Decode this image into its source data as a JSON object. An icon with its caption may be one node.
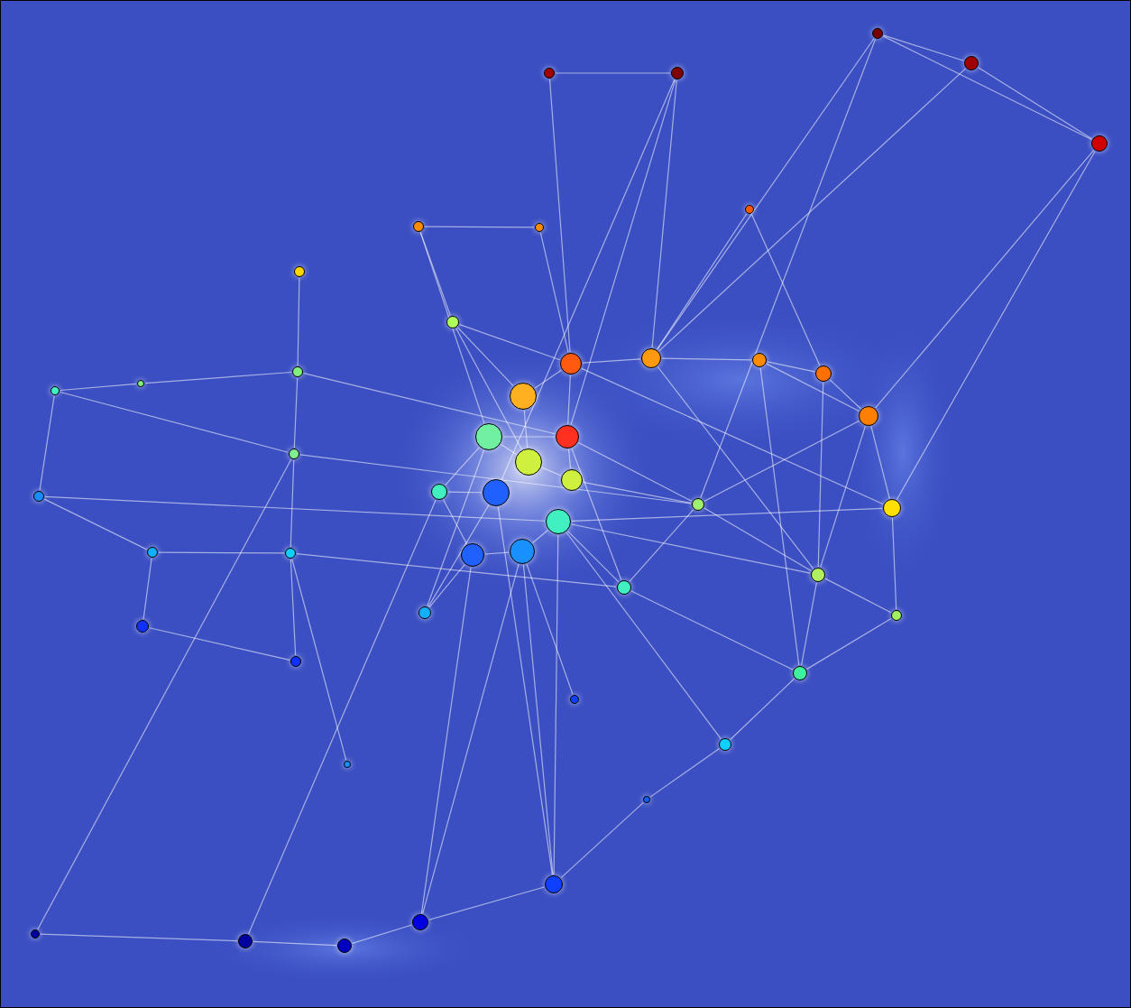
{
  "diagram": {
    "nodes": [
      {
        "text": [],
        "shape": "circle"
      },
      {
        "text": [],
        "shape": "circle"
      },
      {
        "text": [],
        "shape": "circle"
      },
      {
        "text": [],
        "shape": "circle"
      },
      {
        "text": [],
        "shape": "circle"
      },
      {
        "text": [],
        "shape": "circle"
      },
      {
        "text": [],
        "shape": "circle"
      },
      {
        "text": [],
        "shape": "circle"
      },
      {
        "text": [],
        "shape": "circle"
      },
      {
        "text": [],
        "shape": "circle"
      },
      {
        "text": [],
        "shape": "circle"
      },
      {
        "text": [],
        "shape": "circle"
      },
      {
        "text": [],
        "shape": "circle"
      },
      {
        "text": [],
        "shape": "circle"
      },
      {
        "text": [],
        "shape": "circle"
      },
      {
        "text": [],
        "shape": "circle"
      },
      {
        "text": [],
        "shape": "circle"
      },
      {
        "text": [],
        "shape": "circle"
      },
      {
        "text": [],
        "shape": "circle"
      },
      {
        "text": [],
        "shape": "circle"
      },
      {
        "text": [],
        "shape": "circle"
      },
      {
        "text": [],
        "shape": "circle"
      },
      {
        "text": [],
        "shape": "circle"
      },
      {
        "text": [],
        "shape": "circle"
      },
      {
        "text": [],
        "shape": "circle"
      },
      {
        "text": [],
        "shape": "circle"
      },
      {
        "text": [],
        "shape": "circle"
      },
      {
        "text": [],
        "shape": "circle"
      },
      {
        "text": [],
        "shape": "circle"
      },
      {
        "text": [],
        "shape": "circle"
      },
      {
        "text": [],
        "shape": "circle"
      },
      {
        "text": [],
        "shape": "circle"
      },
      {
        "text": [],
        "shape": "circle"
      },
      {
        "text": [],
        "shape": "circle"
      },
      {
        "text": [],
        "shape": "circle"
      },
      {
        "text": [],
        "shape": "circle"
      },
      {
        "text": [],
        "shape": "circle"
      },
      {
        "text": [],
        "shape": "circle"
      },
      {
        "text": [],
        "shape": "circle"
      },
      {
        "text": [],
        "shape": "circle"
      },
      {
        "text": [],
        "shape": "circle"
      },
      {
        "text": [],
        "shape": "circle"
      },
      {
        "text": [],
        "shape": "circle"
      },
      {
        "text": [],
        "shape": "circle"
      },
      {
        "text": [],
        "shape": "circle"
      },
      {
        "text": [],
        "shape": "circle"
      },
      {
        "text": [],
        "shape": "circle"
      },
      {
        "text": [],
        "shape": "circle"
      },
      {
        "text": [],
        "shape": "circle"
      },
      {
        "text": [],
        "shape": "circle"
      }
    ],
    "edges": [
      {
        "from": 2,
        "to": 3,
        "arrow": "none"
      },
      {
        "from": 0,
        "to": 1,
        "arrow": "none"
      },
      {
        "from": 1,
        "to": 4,
        "arrow": "none"
      },
      {
        "from": 0,
        "to": 4,
        "arrow": "none"
      },
      {
        "from": 6,
        "to": 7,
        "arrow": "none"
      },
      {
        "from": 8,
        "to": 13,
        "arrow": "none"
      },
      {
        "from": 13,
        "to": 21,
        "arrow": "none"
      },
      {
        "from": 21,
        "to": 31,
        "arrow": "none"
      },
      {
        "from": 31,
        "to": 39,
        "arrow": "none"
      },
      {
        "from": 30,
        "to": 38,
        "arrow": "none"
      },
      {
        "from": 16,
        "to": 25,
        "arrow": "none"
      },
      {
        "from": 16,
        "to": 15,
        "arrow": "none"
      },
      {
        "from": 25,
        "to": 30,
        "arrow": "none"
      },
      {
        "from": 30,
        "to": 31,
        "arrow": "none"
      },
      {
        "from": 38,
        "to": 39,
        "arrow": "none"
      },
      {
        "from": 48,
        "to": 49,
        "arrow": "none"
      },
      {
        "from": 49,
        "to": 47,
        "arrow": "none"
      },
      {
        "from": 47,
        "to": 45,
        "arrow": "none"
      },
      {
        "from": 46,
        "to": 48,
        "arrow": "none"
      },
      {
        "from": 45,
        "to": 44,
        "arrow": "none"
      },
      {
        "from": 44,
        "to": 42,
        "arrow": "none"
      },
      {
        "from": 42,
        "to": 40,
        "arrow": "none"
      },
      {
        "from": 40,
        "to": 34,
        "arrow": "none"
      },
      {
        "from": 40,
        "to": 36,
        "arrow": "none"
      },
      {
        "from": 34,
        "to": 36,
        "arrow": "none"
      },
      {
        "from": 28,
        "to": 36,
        "arrow": "none"
      },
      {
        "from": 18,
        "to": 28,
        "arrow": "none"
      },
      {
        "from": 14,
        "to": 18,
        "arrow": "none"
      },
      {
        "from": 12,
        "to": 14,
        "arrow": "none"
      },
      {
        "from": 10,
        "to": 12,
        "arrow": "none"
      },
      {
        "from": 12,
        "to": 18,
        "arrow": "none"
      },
      {
        "from": 11,
        "to": 10,
        "arrow": "none"
      },
      {
        "from": 9,
        "to": 11,
        "arrow": "none"
      },
      {
        "from": 9,
        "to": 17,
        "arrow": "none"
      },
      {
        "from": 9,
        "to": 22,
        "arrow": "none"
      },
      {
        "from": 11,
        "to": 19,
        "arrow": "none"
      },
      {
        "from": 11,
        "to": 17,
        "arrow": "none"
      },
      {
        "from": 20,
        "to": 19,
        "arrow": "none"
      },
      {
        "from": 26,
        "to": 32,
        "arrow": "none"
      },
      {
        "from": 26,
        "to": 24,
        "arrow": "none"
      },
      {
        "from": 32,
        "to": 33,
        "arrow": "none"
      },
      {
        "from": 33,
        "to": 29,
        "arrow": "none"
      },
      {
        "from": 29,
        "to": 35,
        "arrow": "none"
      },
      {
        "from": 23,
        "to": 27,
        "arrow": "none"
      },
      {
        "from": 27,
        "to": 19,
        "arrow": "none"
      },
      {
        "from": 35,
        "to": 40,
        "arrow": "none"
      },
      {
        "from": 35,
        "to": 27,
        "arrow": "none"
      },
      {
        "from": 37,
        "to": 32,
        "arrow": "none"
      },
      {
        "from": 37,
        "to": 24,
        "arrow": "none"
      },
      {
        "from": 37,
        "to": 20,
        "arrow": "none"
      },
      {
        "from": 33,
        "to": 45,
        "arrow": "none"
      },
      {
        "from": 32,
        "to": 47,
        "arrow": "none"
      },
      {
        "from": 24,
        "to": 45,
        "arrow": "none"
      },
      {
        "from": 41,
        "to": 33,
        "arrow": "none"
      },
      {
        "from": 45,
        "to": 29,
        "arrow": "none"
      },
      {
        "from": 42,
        "to": 29,
        "arrow": "none"
      },
      {
        "from": 3,
        "to": 10,
        "arrow": "none"
      },
      {
        "from": 2,
        "to": 11,
        "arrow": "none"
      },
      {
        "from": 7,
        "to": 11,
        "arrow": "none"
      },
      {
        "from": 6,
        "to": 9,
        "arrow": "none"
      },
      {
        "from": 6,
        "to": 20,
        "arrow": "none"
      },
      {
        "from": 5,
        "to": 10,
        "arrow": "none"
      },
      {
        "from": 5,
        "to": 14,
        "arrow": "none"
      },
      {
        "from": 4,
        "to": 18,
        "arrow": "none"
      },
      {
        "from": 1,
        "to": 10,
        "arrow": "none"
      },
      {
        "from": 0,
        "to": 10,
        "arrow": "none"
      },
      {
        "from": 3,
        "to": 19,
        "arrow": "none"
      },
      {
        "from": 13,
        "to": 19,
        "arrow": "none"
      },
      {
        "from": 21,
        "to": 27,
        "arrow": "none"
      },
      {
        "from": 31,
        "to": 35,
        "arrow": "none"
      },
      {
        "from": 43,
        "to": 31,
        "arrow": "none"
      },
      {
        "from": 48,
        "to": 26,
        "arrow": "none"
      },
      {
        "from": 47,
        "to": 33,
        "arrow": "none"
      },
      {
        "from": 46,
        "to": 21,
        "arrow": "none"
      },
      {
        "from": 18,
        "to": 27,
        "arrow": "none"
      },
      {
        "from": 18,
        "to": 34,
        "arrow": "none"
      },
      {
        "from": 14,
        "to": 34,
        "arrow": "none"
      },
      {
        "from": 28,
        "to": 29,
        "arrow": "none"
      },
      {
        "from": 28,
        "to": 11,
        "arrow": "none"
      },
      {
        "from": 27,
        "to": 34,
        "arrow": "none"
      },
      {
        "from": 34,
        "to": 29,
        "arrow": "none"
      },
      {
        "from": 10,
        "to": 34,
        "arrow": "none"
      },
      {
        "from": 12,
        "to": 40,
        "arrow": "none"
      },
      {
        "from": 19,
        "to": 35,
        "arrow": "none"
      },
      {
        "from": 22,
        "to": 23,
        "arrow": "none"
      },
      {
        "from": 20,
        "to": 26,
        "arrow": "none"
      },
      {
        "from": 15,
        "to": 13,
        "arrow": "none"
      },
      {
        "from": 16,
        "to": 21,
        "arrow": "none"
      },
      {
        "from": 25,
        "to": 29,
        "arrow": "none"
      },
      {
        "from": 3,
        "to": 24,
        "arrow": "none"
      },
      {
        "from": 4,
        "to": 28,
        "arrow": "none"
      },
      {
        "from": 0,
        "to": 27,
        "arrow": "none"
      },
      {
        "from": 20,
        "to": 22,
        "arrow": "none"
      },
      {
        "from": 19,
        "to": 23,
        "arrow": "none"
      },
      {
        "from": 17,
        "to": 22,
        "arrow": "none"
      }
    ]
  }
}
